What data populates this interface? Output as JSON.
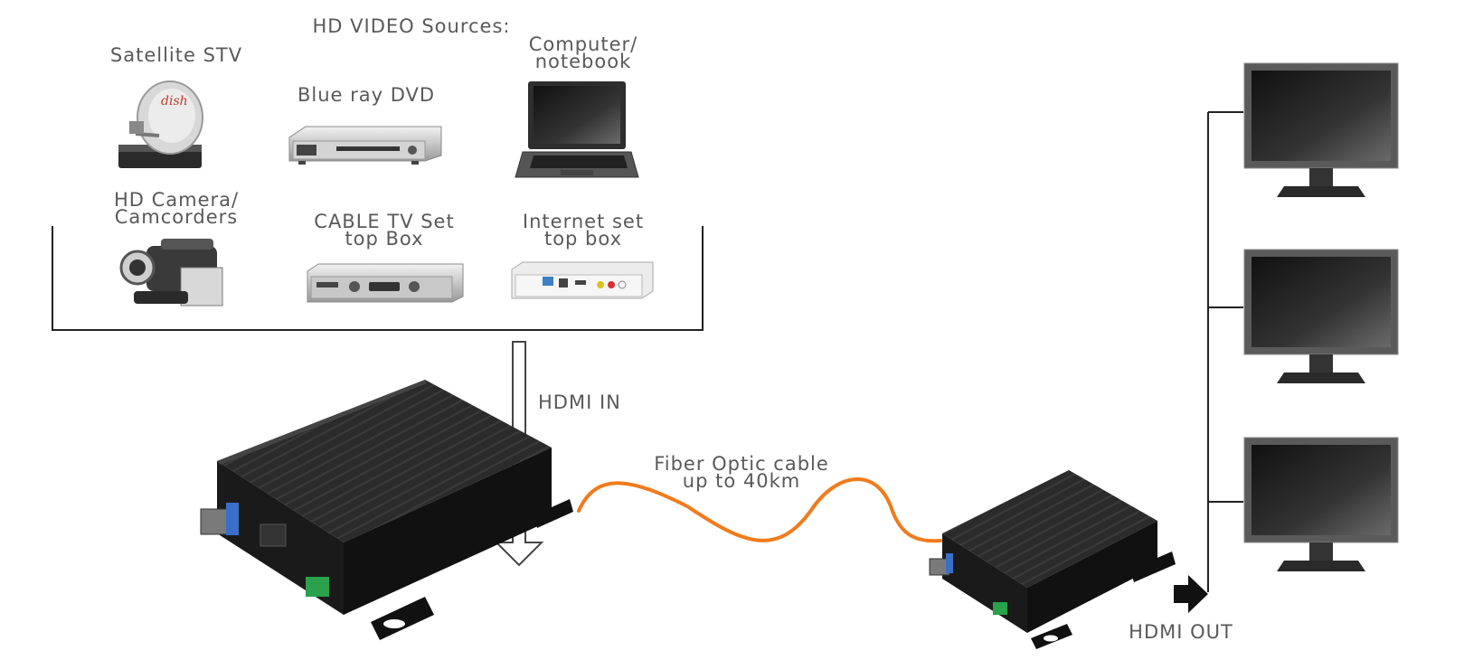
{
  "diagram": {
    "sources_heading": "HD VIDEO Sources:",
    "sources": [
      {
        "id": "satellite",
        "lines": [
          "Satellite STV"
        ],
        "icon": "satellite-dish-icon"
      },
      {
        "id": "bluray",
        "lines": [
          "Blue ray DVD"
        ],
        "icon": "dvd-player-icon"
      },
      {
        "id": "computer",
        "lines": [
          "Computer/",
          "notebook"
        ],
        "icon": "laptop-icon"
      },
      {
        "id": "camera",
        "lines": [
          "HD Camera/",
          "Camcorders"
        ],
        "icon": "camcorder-icon"
      },
      {
        "id": "cabletv",
        "lines": [
          "CABLE TV Set",
          "top Box"
        ],
        "icon": "cable-box-icon"
      },
      {
        "id": "internet",
        "lines": [
          "Internet set",
          "top box"
        ],
        "icon": "internet-box-icon"
      }
    ],
    "hdmi_in": "HDMI IN",
    "cable_label": [
      "Fiber Optic cable",
      "up to 40km"
    ],
    "hdmi_out": "HDMI OUT",
    "transmitter_icon": "fiber-transmitter-icon",
    "receiver_icon": "fiber-receiver-icon",
    "displays": [
      {
        "icon": "monitor-icon"
      },
      {
        "icon": "monitor-icon"
      },
      {
        "icon": "monitor-icon"
      }
    ],
    "colors": {
      "cable": "#f07b1d",
      "device": "#1e1e1e",
      "screen": "#2b2b2b",
      "line": "#222222"
    }
  }
}
